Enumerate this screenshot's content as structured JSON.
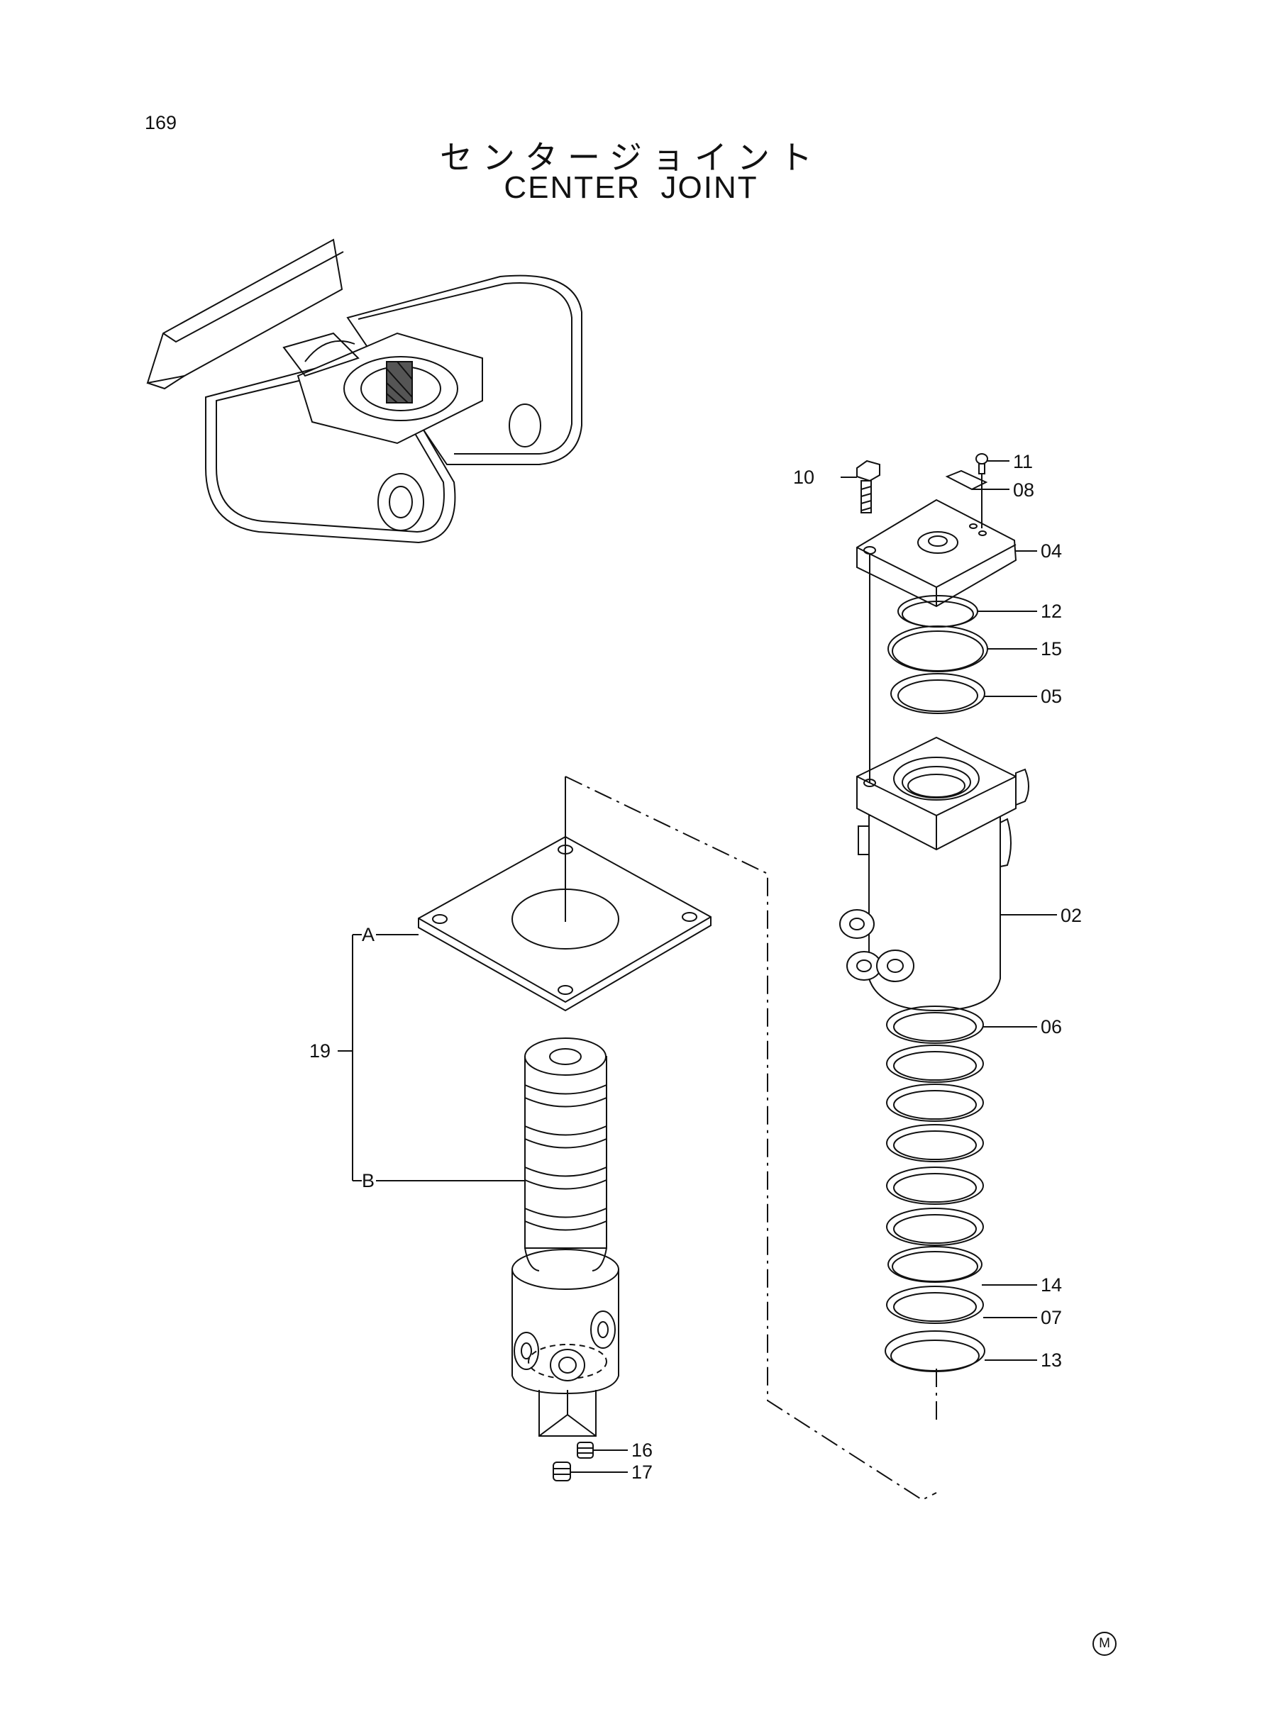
{
  "page_number": "169",
  "title_jp": "センタージョイント",
  "title_en": "CENTER JOINT",
  "corner_mark": "M",
  "callouts": {
    "p10": "10",
    "p11": "11",
    "p08": "08",
    "p04": "04",
    "p12": "12",
    "p15": "15",
    "p05": "05",
    "p02": "02",
    "p06": "06",
    "p14": "14",
    "p07": "07",
    "p13": "13",
    "p16": "16",
    "p17": "17",
    "p19": "19",
    "sub_a": "A",
    "sub_b": "B"
  }
}
